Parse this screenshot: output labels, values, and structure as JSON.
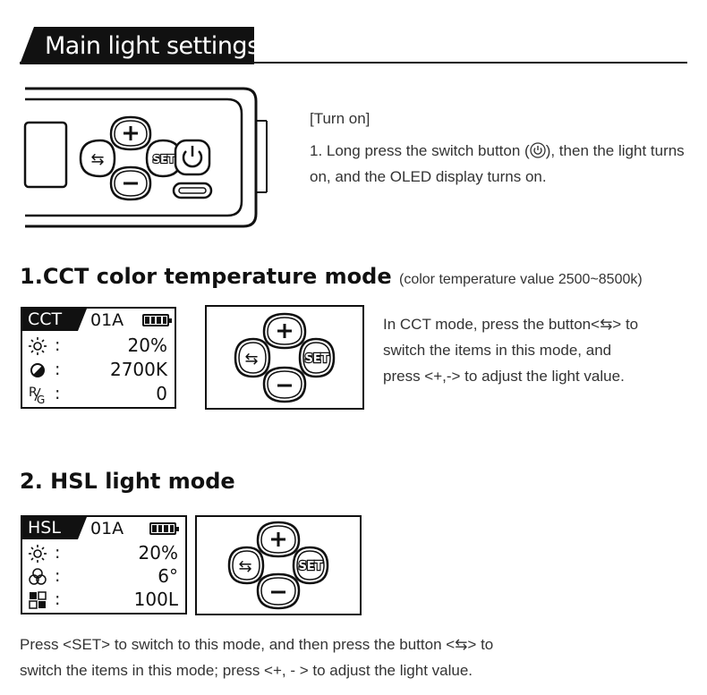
{
  "header": {
    "title": "Main light settings"
  },
  "turn_on": {
    "heading": "[Turn on]",
    "text_before_icon": "1. Long press the switch button (",
    "text_after_icon": "), then the light turns on, and the  OLED display turns on."
  },
  "device": {
    "set_label": "SET"
  },
  "cct": {
    "title": "1.CCT color temperature mode",
    "subtitle": "(color temperature value 2500~8500k)",
    "oled": {
      "mode": "CCT",
      "channel": "01A",
      "rows": [
        {
          "icon": "brightness-icon",
          "value": "20%"
        },
        {
          "icon": "color-temperature-icon",
          "value": "2700K"
        },
        {
          "icon": "rg-icon",
          "value": "0"
        }
      ]
    },
    "pad_set_label": "SET",
    "description_lines": [
      "In CCT mode, press the button<⇆> to",
      "switch the items in this mode, and",
      "press <+,-> to adjust the light value."
    ]
  },
  "hsl": {
    "title": "2. HSL light mode",
    "oled": {
      "mode": "HSL",
      "channel": "01A",
      "rows": [
        {
          "icon": "brightness-icon",
          "value": "20%"
        },
        {
          "icon": "hue-icon",
          "value": "6°"
        },
        {
          "icon": "saturation-icon",
          "value": "100L"
        }
      ]
    },
    "pad_set_label": "SET",
    "description_lines": [
      "Press <SET> to switch to this mode,  and then press the button <⇆> to",
      "switch the items in this mode; press <+, - > to adjust the light value."
    ]
  },
  "colon": ":"
}
